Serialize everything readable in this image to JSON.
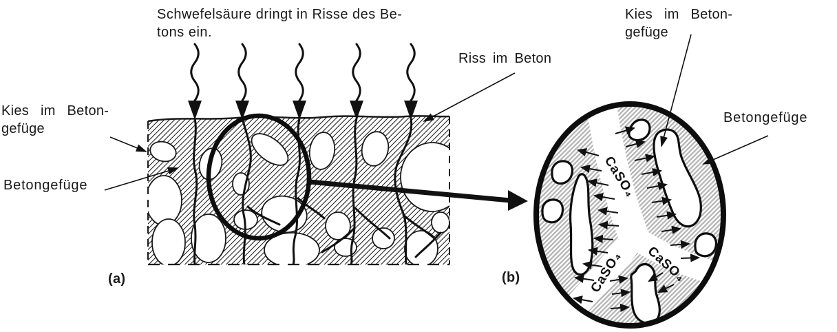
{
  "title": {
    "line1": "Schwefelsäure dringt in Risse des Be-",
    "line2": "tons ein."
  },
  "panel_a": {
    "tag": "(a)",
    "labels": {
      "kies_line1": "Kies im Beton-",
      "kies_line2": "gefüge",
      "betongefuege": "Betongefüge",
      "riss_im_beton": "Riss im Beton"
    }
  },
  "panel_b": {
    "tag": "(b)",
    "labels": {
      "kies_line1": "Kies im Beton-",
      "kies_line2": "gefüge",
      "betongefuege": "Betongefüge",
      "caso4": "CaSO₄"
    }
  },
  "colors": {
    "ink": "#1a1a1a",
    "hatch_dark": "#222222",
    "hatch_gray": "#b5b5b5",
    "background": "#ffffff"
  }
}
